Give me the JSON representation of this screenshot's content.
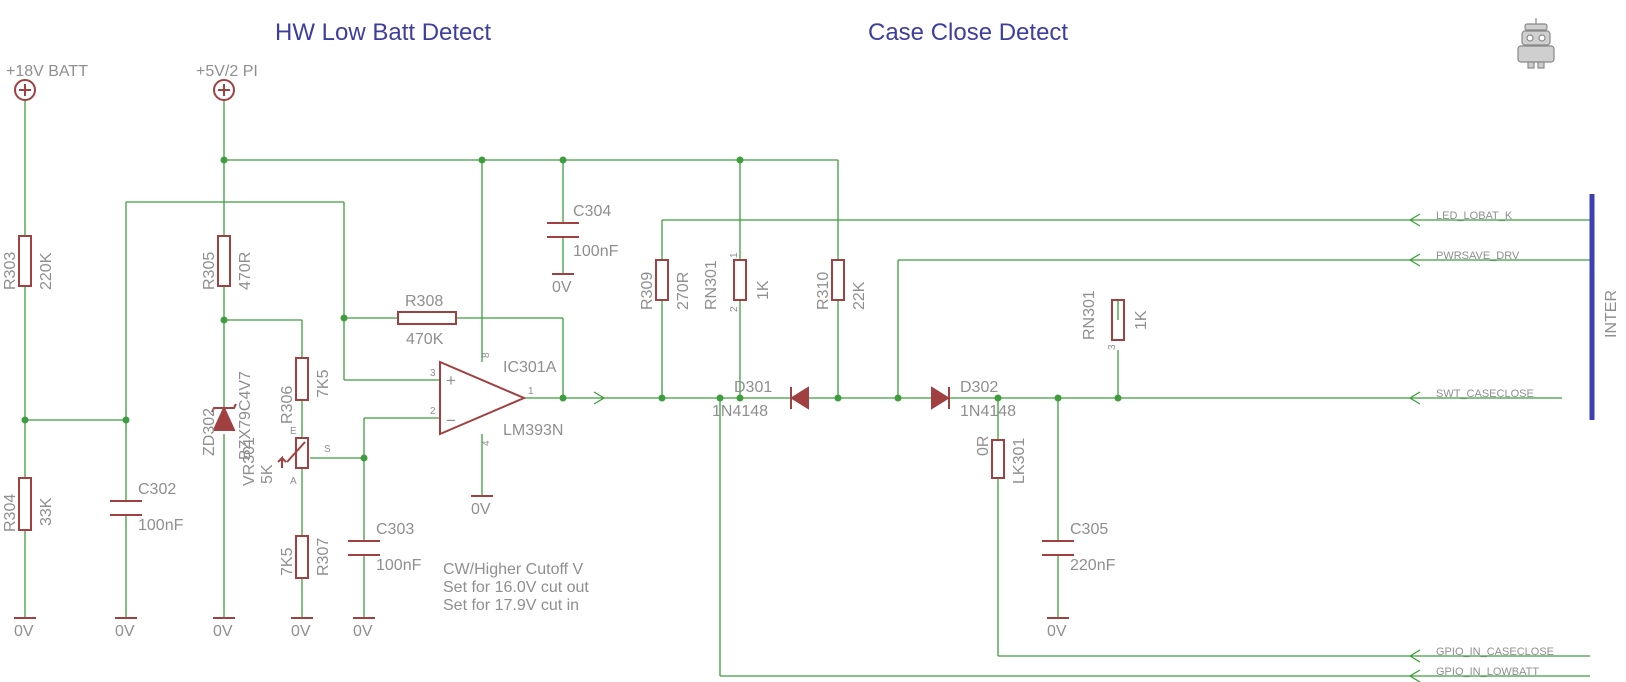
{
  "titles": {
    "low_batt": "HW Low Batt Detect",
    "case_close": "Case Close Detect"
  },
  "supplies": {
    "batt": "+18V BATT",
    "five_v": "+5V/2 PI"
  },
  "ground_label": "0V",
  "components": {
    "r303": {
      "name": "R303",
      "value": "220K"
    },
    "r304": {
      "name": "R304",
      "value": "33K"
    },
    "c302": {
      "name": "C302",
      "value": "100nF"
    },
    "r305": {
      "name": "R305",
      "value": "470R"
    },
    "zd302": {
      "name": "ZD302",
      "value": "BZX79C4V7"
    },
    "r306": {
      "name": "R306",
      "value": "7K5"
    },
    "vr301": {
      "name": "VR301",
      "value": "5K",
      "pin_e": "E",
      "pin_a": "A",
      "pin_s": "S"
    },
    "r307": {
      "name": "R307",
      "value": "7K5"
    },
    "c303": {
      "name": "C303",
      "value": "100nF"
    },
    "r308": {
      "name": "R308",
      "value": "470K"
    },
    "ic301": {
      "name": "IC301A",
      "value": "LM393N",
      "pin_in_plus": "3",
      "pin_in_minus": "2",
      "pin_out": "1",
      "pin_vcc": "8",
      "pin_gnd": "4",
      "plus_sign": "+",
      "minus_sign": "−"
    },
    "c304": {
      "name": "C304",
      "value": "100nF"
    },
    "r309": {
      "name": "R309",
      "value": "270R"
    },
    "rn301a": {
      "name": "RN301",
      "value": "1K",
      "pin_top": "1",
      "pin_bottom": "2"
    },
    "r310": {
      "name": "R310",
      "value": "22K"
    },
    "d301": {
      "name": "D301",
      "value": "1N4148"
    },
    "d302": {
      "name": "D302",
      "value": "1N4148"
    },
    "rn301b": {
      "name": "RN301",
      "value": "1K",
      "pin": "3"
    },
    "lk301": {
      "name": "LK301",
      "value": "0R"
    },
    "c305": {
      "name": "C305",
      "value": "220nF"
    }
  },
  "net_labels": {
    "led_lobat": "LED_LOBAT_K",
    "pwrsave": "PWRSAVE_DRV",
    "swt_caseclose": "SWT_CASECLOSE",
    "gpio_caseclose": "GPIO_IN_CASECLOSE",
    "gpio_lowbatt": "GPIO_IN_LOWBATT"
  },
  "bus_label": "INTER",
  "note": {
    "line1": "CW/Higher Cutoff V",
    "line2": "Set for 16.0V cut out",
    "line3": "Set for 17.9V cut in"
  },
  "colors": {
    "wire": "#3f9d3f",
    "component": "#a04040",
    "title": "#3e3e9e",
    "text": "#8f8f8f",
    "bus": "#3f3fb5"
  }
}
